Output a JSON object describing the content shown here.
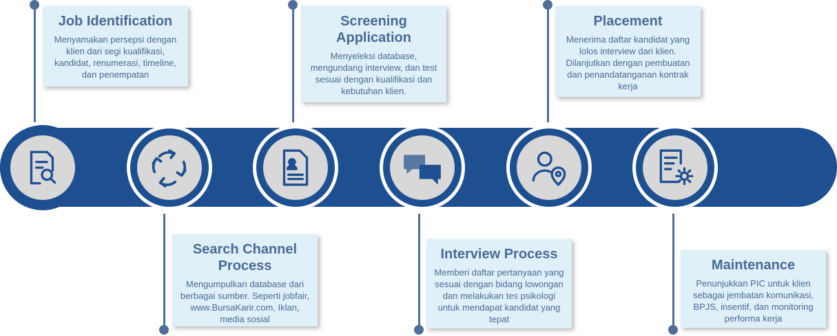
{
  "steps": [
    {
      "title": "Job Identification",
      "description": "Menyamakan persepsi dengan klien dari segi kualifikasi, kandidat, renumerasi, timeline, dan penempatan",
      "icon": "document-search-icon"
    },
    {
      "title": "Search Channel Process",
      "description": "Mengumpulkan database dari berbagai sumber. Seperti jobfair, www.BursaKarir.com, Iklan, media sosial",
      "icon": "refresh-arrows-icon"
    },
    {
      "title": "Screening Application",
      "description": "Menyeleksi database, mengundang interview, dan test sesuai dengan kualifikasi dan kebutuhan klien.",
      "icon": "profile-document-icon"
    },
    {
      "title": "Interview Process",
      "description": "Memberi daftar pertanyaan yang sesuai dengan bidang lowongan dan melakukan tes psikologi untuk mendapat kandidat yang tepat",
      "icon": "chat-bubbles-icon"
    },
    {
      "title": "Placement",
      "description": "Menerima daftar kandidat yang lolos interview dari klien. Dilanjutkan dengan pembuatan dan penandatanganan kontrak kerja",
      "icon": "user-location-icon"
    },
    {
      "title": "Maintenance",
      "description": "Penunjukkan PIC untuk klien sebagai jembatan komunikasi, BPJS, insentif, dan monitoring performa kerja",
      "icon": "document-settings-icon"
    }
  ],
  "colors": {
    "band": "#1d4f91",
    "card_bg": "#dff0f8",
    "text": "#4a6a95",
    "connector": "#4f6f99",
    "icon_bg": "#d8d8d8"
  }
}
